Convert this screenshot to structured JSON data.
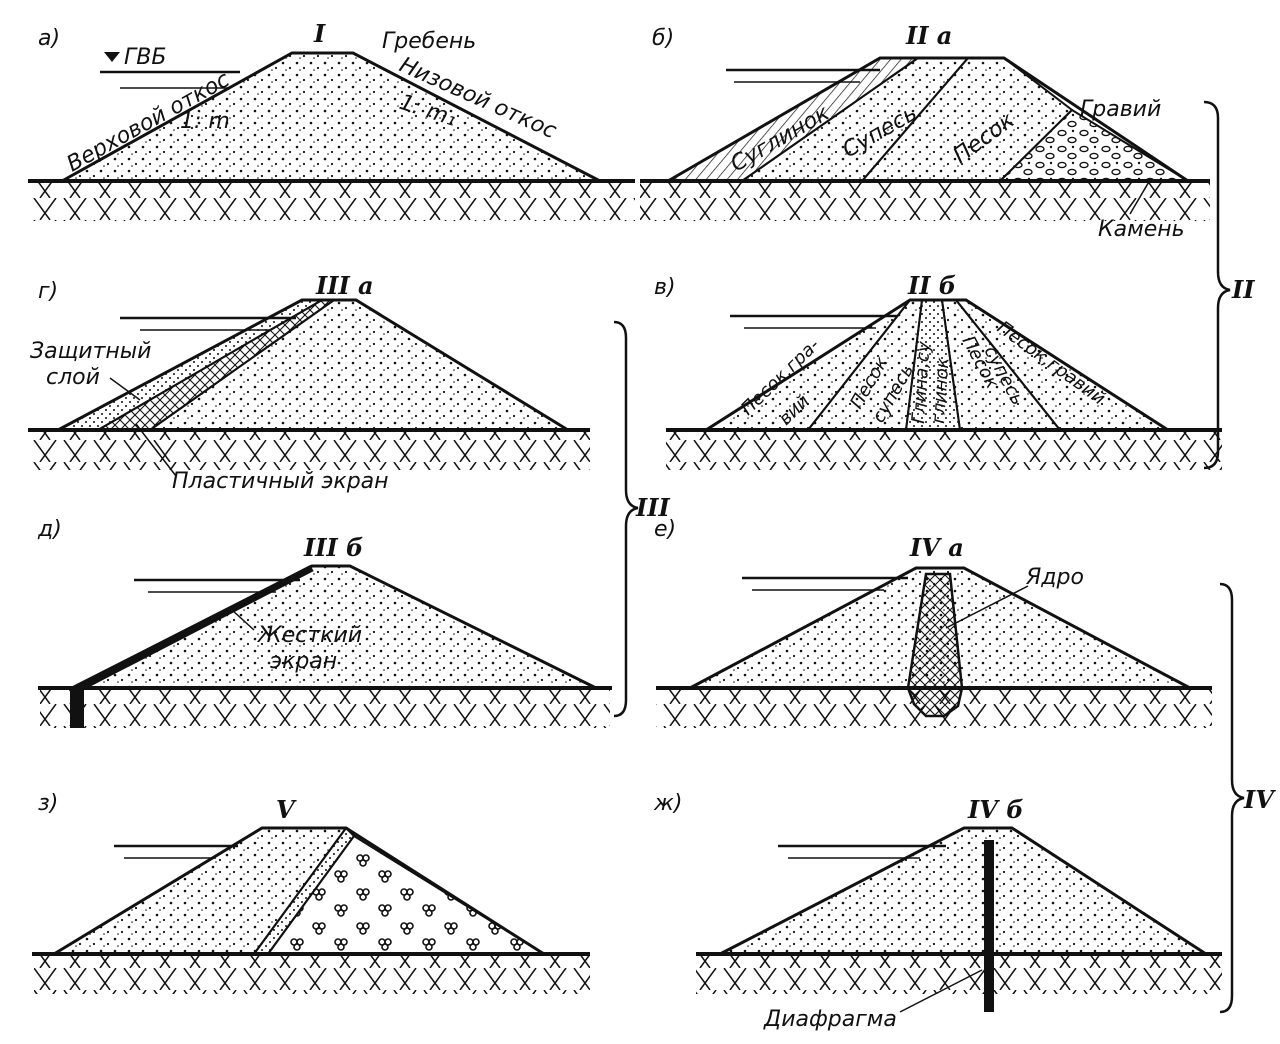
{
  "panels": {
    "a": {
      "letter": "а)",
      "roman": "I",
      "gvb": "ГВБ",
      "greben": "Гребень",
      "verh": "Верховой откос",
      "niz": "Низовой откос",
      "m": "1: m",
      "m1": "1: m₁"
    },
    "b": {
      "letter": "б)",
      "roman": "II а",
      "suglinok": "Суглинок",
      "supes": "Супесь",
      "pesok": "Песок",
      "graviy": "Гравий",
      "kamen": "Камень"
    },
    "g": {
      "letter": "г)",
      "roman": "III а",
      "zash1": "Защитный",
      "zash2": "слой",
      "ekran": "Пластичный экран"
    },
    "v": {
      "letter": "в)",
      "roman": "II б",
      "z1a": "Песок,гра-",
      "z1b": "вий",
      "z2a": "Песок",
      "z2b": "супесь",
      "z3a": "Глина,су",
      "z3b": "глинок",
      "z4a": "Песок",
      "z4b": "супесь",
      "z5": "Песок,гравий"
    },
    "d": {
      "letter": "д)",
      "roman": "III б",
      "ek1": "Жесткий",
      "ek2": "экран"
    },
    "e": {
      "letter": "е)",
      "roman": "IV а",
      "yadro": "Ядро"
    },
    "z": {
      "letter": "з)",
      "roman": "V"
    },
    "zh": {
      "letter": "ж)",
      "roman": "IV б",
      "diafr": "Диафрагма"
    }
  },
  "groups": {
    "g2": "II",
    "g3": "III",
    "g4": "IV"
  },
  "colors": {
    "ink": "#111111",
    "paper": "#ffffff"
  }
}
